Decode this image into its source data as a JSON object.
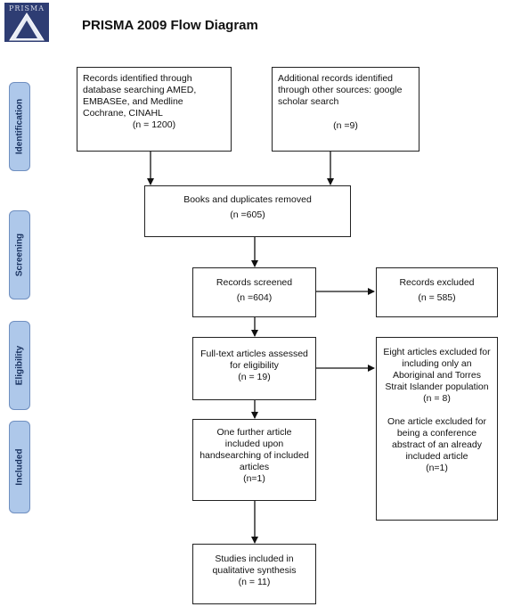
{
  "logo": {
    "text": "PRISMA"
  },
  "title": "PRISMA 2009 Flow Diagram",
  "stages": {
    "identification": "Identification",
    "screening": "Screening",
    "eligibility": "Eligibility",
    "included": "Included"
  },
  "boxes": {
    "database_records": {
      "text": "Records identified through database searching AMED, EMBASEe, and Medline Cochrane, CINAHL",
      "count": "(n = 1200)"
    },
    "additional_records": {
      "text": "Additional records identified through other sources: google scholar search",
      "count": "(n =9)"
    },
    "duplicates_removed": {
      "text": "Books and duplicates removed",
      "count": "(n =605)"
    },
    "records_screened": {
      "text": "Records screened",
      "count": "(n =604)"
    },
    "records_excluded": {
      "text": "Records excluded",
      "count": "(n = 585)"
    },
    "fulltext_assessed": {
      "text": "Full-text articles assessed for eligibility",
      "count": "(n = 19)"
    },
    "fulltext_excluded": {
      "text1": "Eight articles excluded for including only an Aboriginal and Torres Strait Islander population",
      "count1": "(n =  8)",
      "text2": "One article excluded for being a conference abstract of an already included article",
      "count2": "(n=1)"
    },
    "handsearch": {
      "text": "One further article included upon handsearching of included articles",
      "count": "(n=1)"
    },
    "studies_included": {
      "text": "Studies included in qualitative synthesis",
      "count": "(n =  11)"
    }
  }
}
